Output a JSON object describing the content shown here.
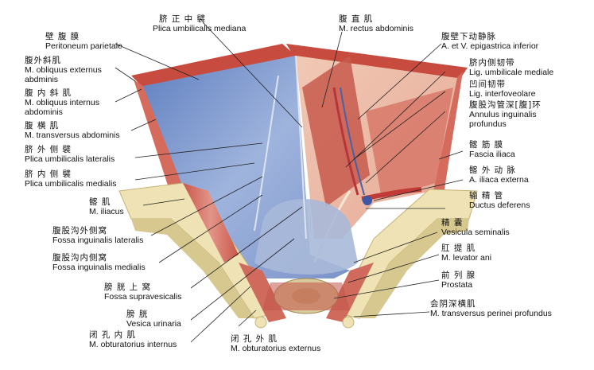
{
  "labels": {
    "peritoneum": {
      "zh": "壁 腹 膜",
      "la": "Peritoneum parietale"
    },
    "obl_ext": {
      "zh": "腹外斜肌",
      "la": "M. obliquus externus",
      "la2": "abdminis"
    },
    "obl_int": {
      "zh": "腹 内 斜 肌",
      "la": "M. obliquus internus",
      "la2": "abdominis"
    },
    "transv": {
      "zh": "腹 横 肌",
      "la": "M. transversus abdominis"
    },
    "plica_lat": {
      "zh": "脐 外 侧 襞",
      "la": "Plica umbilicalis lateralis"
    },
    "plica_med": {
      "zh": "脐 内 侧 襞",
      "la": "Plica umbilicalis medialis"
    },
    "iliacus": {
      "zh": "髂 肌",
      "la": "M. iliacus"
    },
    "fossa_lat": {
      "zh": "腹股沟外侧窝",
      "la": "Fossa inguinalis lateralis"
    },
    "fossa_med": {
      "zh": "腹股沟内侧窝",
      "la": "Fossa inguinalis medialis"
    },
    "fossa_sup": {
      "zh": "膀 胱 上 窝",
      "la": "Fossa supravesicalis"
    },
    "vesica": {
      "zh": "膀 胱",
      "la": "Vesica urinaria"
    },
    "obt_int": {
      "zh": "闭 孔 内 肌",
      "la": "M. obturatorius internus"
    },
    "obt_ext": {
      "zh": "闭 孔 外 肌",
      "la": "M. obturatorius externus"
    },
    "plica_mediana": {
      "zh": "脐 正 中 襞",
      "la": "Plica umbilicalis mediana"
    },
    "rectus": {
      "zh": "腹 直 肌",
      "la": "M. rectus abdominis"
    },
    "epigastric": {
      "zh": "腹壁下动静脉",
      "la": "A. et V. epigastrica inferior"
    },
    "lig_umb_med": {
      "zh": "脐内侧韧带",
      "la": "Lig. umbilicale mediale"
    },
    "lig_interfov": {
      "zh": "凹间韧带",
      "la": "Lig. interfoveolare"
    },
    "annulus": {
      "zh": "腹股沟管深[腹]环",
      "la": "Annulus inguinalis",
      "la2": "profundus"
    },
    "fascia_iliaca": {
      "zh": "髂 筋 膜",
      "la": "Fascia iliaca"
    },
    "a_iliaca": {
      "zh": "髂 外 动 脉",
      "la": "A. iliaca externa"
    },
    "ductus": {
      "zh": "输 精 管",
      "la": "Ductus deferens"
    },
    "vesicula": {
      "zh": "精 囊",
      "la": "Vesicula seminalis"
    },
    "levator": {
      "zh": "肛 提 肌",
      "la": "M. levator ani"
    },
    "prostata": {
      "zh": "前 列 腺",
      "la": "Prostata"
    },
    "transv_perinei": {
      "zh": "会阴深横肌",
      "la": "M. transversus perinei profundus"
    }
  }
}
